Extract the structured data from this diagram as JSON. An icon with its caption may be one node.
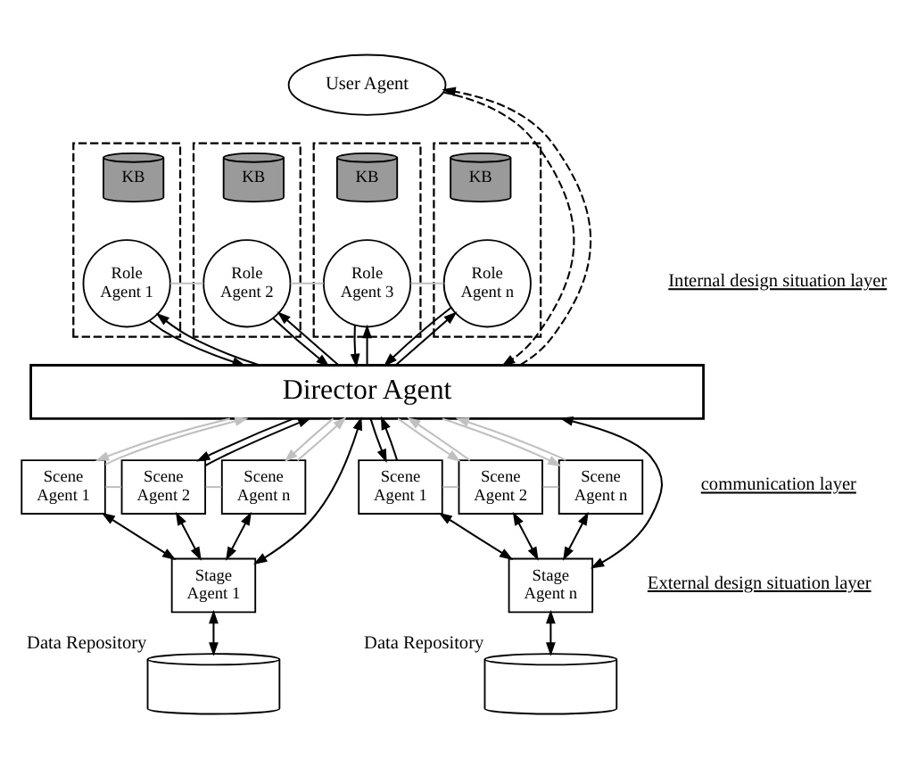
{
  "diagram": {
    "nodes": [
      {
        "text": [
          "User Agent"
        ]
      },
      {
        "text": [],
        "shape": "box"
      },
      {
        "text": [
          "KB"
        ],
        "in": 1
      },
      {
        "text": [
          "Role Agent 1"
        ],
        "in": 1
      },
      {
        "text": [],
        "shape": "box"
      },
      {
        "text": [
          "KB"
        ],
        "in": 4
      },
      {
        "text": [
          "Role Agent 2"
        ],
        "in": 4
      },
      {
        "text": [],
        "shape": "box"
      },
      {
        "text": [
          "KB"
        ],
        "in": 7
      },
      {
        "text": [
          "Role Agent 3"
        ],
        "in": 7
      },
      {
        "text": [],
        "shape": "box"
      },
      {
        "text": [
          "KB"
        ],
        "in": 10
      },
      {
        "text": [
          "Role Agent n"
        ],
        "in": 10
      },
      {
        "text": [
          "Director Agent"
        ]
      },
      {
        "text": [
          "Scene Agent 1"
        ]
      },
      {
        "text": [
          "Scene Agent 2"
        ]
      },
      {
        "text": [
          "Scene Agent n"
        ]
      },
      {
        "text": [
          "Scene Agent 1"
        ]
      },
      {
        "text": [
          "Scene Agent 2"
        ]
      },
      {
        "text": [
          "Scene Agent n"
        ]
      },
      {
        "text": [
          "Stage Agent 1"
        ]
      },
      {
        "text": [
          "Stage Agent n"
        ]
      },
      {
        "text": [],
        "shape": "cylinder",
        "beside": [
          "Data Repository"
        ]
      },
      {
        "text": [],
        "shape": "cylinder",
        "beside": [
          "Data Repository"
        ]
      }
    ],
    "edges": [
      {
        "from": 13,
        "to": 0,
        "arrow": "to",
        "style": "dashed"
      },
      {
        "from": 0,
        "to": 13,
        "arrow": "to",
        "style": "dashed"
      },
      {
        "from": 3,
        "to": 13,
        "arrow": "to"
      },
      {
        "from": 13,
        "to": 3,
        "arrow": "to"
      },
      {
        "from": 6,
        "to": 13,
        "arrow": "to"
      },
      {
        "from": 13,
        "to": 6,
        "arrow": "to"
      },
      {
        "from": 9,
        "to": 13,
        "arrow": "to"
      },
      {
        "from": 13,
        "to": 9,
        "arrow": "to"
      },
      {
        "from": 12,
        "to": 13,
        "arrow": "to"
      },
      {
        "from": 13,
        "to": 12,
        "arrow": "to"
      },
      {
        "from": 3,
        "to": 6,
        "arrow": "none",
        "color": "#c0c0c0"
      },
      {
        "from": 6,
        "to": 9,
        "arrow": "none",
        "color": "#c0c0c0"
      },
      {
        "from": 9,
        "to": 12,
        "arrow": "none",
        "color": "#c0c0c0"
      },
      {
        "from": 13,
        "to": 14,
        "arrow": "to",
        "color": "#c0c0c0"
      },
      {
        "from": 14,
        "to": 13,
        "arrow": "to",
        "color": "#c0c0c0"
      },
      {
        "from": 13,
        "to": 15,
        "arrow": "to"
      },
      {
        "from": 15,
        "to": 13,
        "arrow": "to"
      },
      {
        "from": 13,
        "to": 16,
        "arrow": "to",
        "color": "#c0c0c0"
      },
      {
        "from": 16,
        "to": 13,
        "arrow": "to",
        "color": "#c0c0c0"
      },
      {
        "from": 13,
        "to": 17,
        "arrow": "to"
      },
      {
        "from": 17,
        "to": 13,
        "arrow": "to"
      },
      {
        "from": 13,
        "to": 18,
        "arrow": "to",
        "color": "#c0c0c0"
      },
      {
        "from": 18,
        "to": 13,
        "arrow": "to",
        "color": "#c0c0c0"
      },
      {
        "from": 13,
        "to": 19,
        "arrow": "to",
        "color": "#c0c0c0"
      },
      {
        "from": 19,
        "to": 13,
        "arrow": "to",
        "color": "#c0c0c0"
      },
      {
        "from": 14,
        "to": 15,
        "arrow": "none",
        "color": "#c0c0c0"
      },
      {
        "from": 15,
        "to": 16,
        "arrow": "none",
        "color": "#c0c0c0"
      },
      {
        "from": 17,
        "to": 18,
        "arrow": "none",
        "color": "#c0c0c0"
      },
      {
        "from": 18,
        "to": 19,
        "arrow": "none",
        "color": "#c0c0c0"
      },
      {
        "from": 14,
        "to": 20,
        "arrow": "both"
      },
      {
        "from": 15,
        "to": 20,
        "arrow": "both"
      },
      {
        "from": 16,
        "to": 20,
        "arrow": "both"
      },
      {
        "from": 17,
        "to": 21,
        "arrow": "both"
      },
      {
        "from": 18,
        "to": 21,
        "arrow": "both"
      },
      {
        "from": 19,
        "to": 21,
        "arrow": "both"
      },
      {
        "from": 13,
        "to": 20,
        "arrow": "both"
      },
      {
        "from": 13,
        "to": 21,
        "arrow": "both"
      },
      {
        "from": 20,
        "to": 22,
        "arrow": "both"
      },
      {
        "from": 21,
        "to": 23,
        "arrow": "both"
      }
    ],
    "labels": [
      "Internal design situation layer",
      "communication layer",
      "External design situation layer"
    ]
  }
}
